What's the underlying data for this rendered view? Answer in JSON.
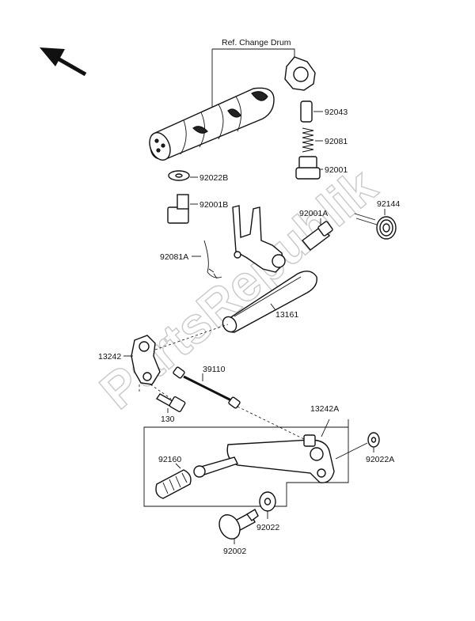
{
  "diagram": {
    "header_label": "Ref. Change Drum",
    "watermark": "PartsRepublik",
    "part_labels": {
      "p92043": "92043",
      "p92081": "92081",
      "p92001": "92001",
      "p92022B": "92022B",
      "p92001B": "92001B",
      "p92001A": "92001A",
      "p92144": "92144",
      "p92081A": "92081A",
      "p13161": "13161",
      "p13242": "13242",
      "p39110": "39110",
      "p130": "130",
      "p13242A": "13242A",
      "p92160": "92160",
      "p92022A": "92022A",
      "p92022": "92022",
      "p92002": "92002"
    }
  }
}
